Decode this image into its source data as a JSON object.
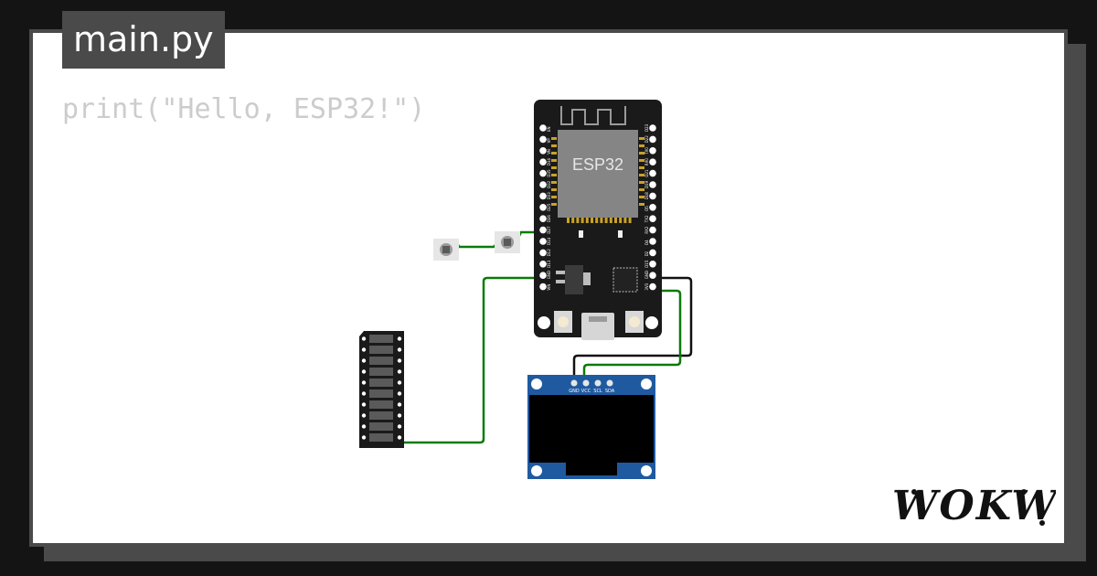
{
  "editor": {
    "filename": "main.py",
    "code_line": "print(\"Hello, ESP32!\")"
  },
  "board": {
    "chip_label": "ESP32",
    "left_pins": [
      "EN",
      "VP",
      "VN",
      "D34",
      "D35",
      "D32",
      "D33",
      "D25",
      "D26",
      "D27",
      "D14",
      "D12",
      "D13",
      "GND",
      "VIN"
    ],
    "right_pins": [
      "D23",
      "D22",
      "TX0",
      "RX0",
      "D21",
      "D19",
      "D18",
      "D5",
      "TX2",
      "RX2",
      "D4",
      "D2",
      "D15",
      "GND",
      "3V3"
    ]
  },
  "oled": {
    "pins": [
      "GND",
      "VCC",
      "SCL",
      "SDA"
    ]
  },
  "brand": {
    "logo": "WOKWi"
  },
  "colors": {
    "background": "#141414",
    "frame": "#4a4a4a",
    "wire_green": "#0a7a0a",
    "wire_black": "#111111",
    "board": "#1a1a1a",
    "oled_pcb": "#1f5aa0"
  }
}
